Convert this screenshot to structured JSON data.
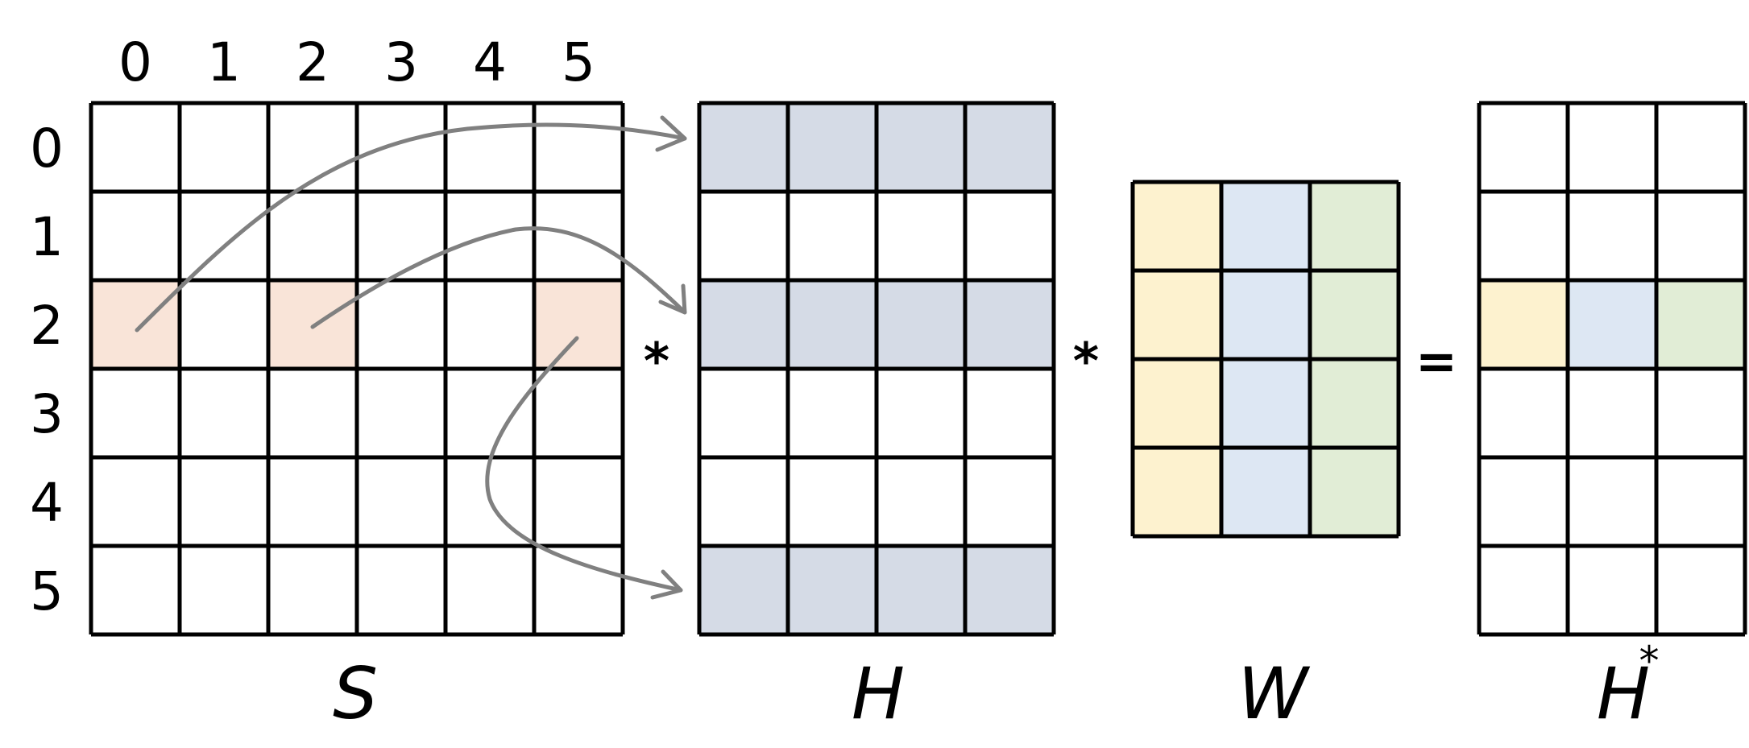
{
  "colors": {
    "s_highlight": "#f9e4d8",
    "h_highlight": "#d5dbe6",
    "w_col0": "#fdf2cf",
    "w_col1": "#dde7f3",
    "w_col2": "#e1edd6",
    "arrow": "#808080",
    "grid": "#000000"
  },
  "matrix_S": {
    "label": "S",
    "rows": 6,
    "cols": 6,
    "col_indices": [
      "0",
      "1",
      "2",
      "3",
      "4",
      "5"
    ],
    "row_indices": [
      "0",
      "1",
      "2",
      "3",
      "4",
      "5"
    ],
    "highlighted_cells": [
      [
        2,
        0
      ],
      [
        2,
        2
      ],
      [
        2,
        5
      ]
    ]
  },
  "matrix_H": {
    "label": "H",
    "rows": 6,
    "cols": 4,
    "highlighted_rows": [
      0,
      2,
      5
    ]
  },
  "matrix_W": {
    "label": "W",
    "rows": 4,
    "cols": 3
  },
  "matrix_Hstar": {
    "label": "H",
    "superscript": "*",
    "rows": 6,
    "cols": 3,
    "highlighted_row": 2
  },
  "operators": {
    "op1": "*",
    "op2": "*",
    "op3": "="
  }
}
